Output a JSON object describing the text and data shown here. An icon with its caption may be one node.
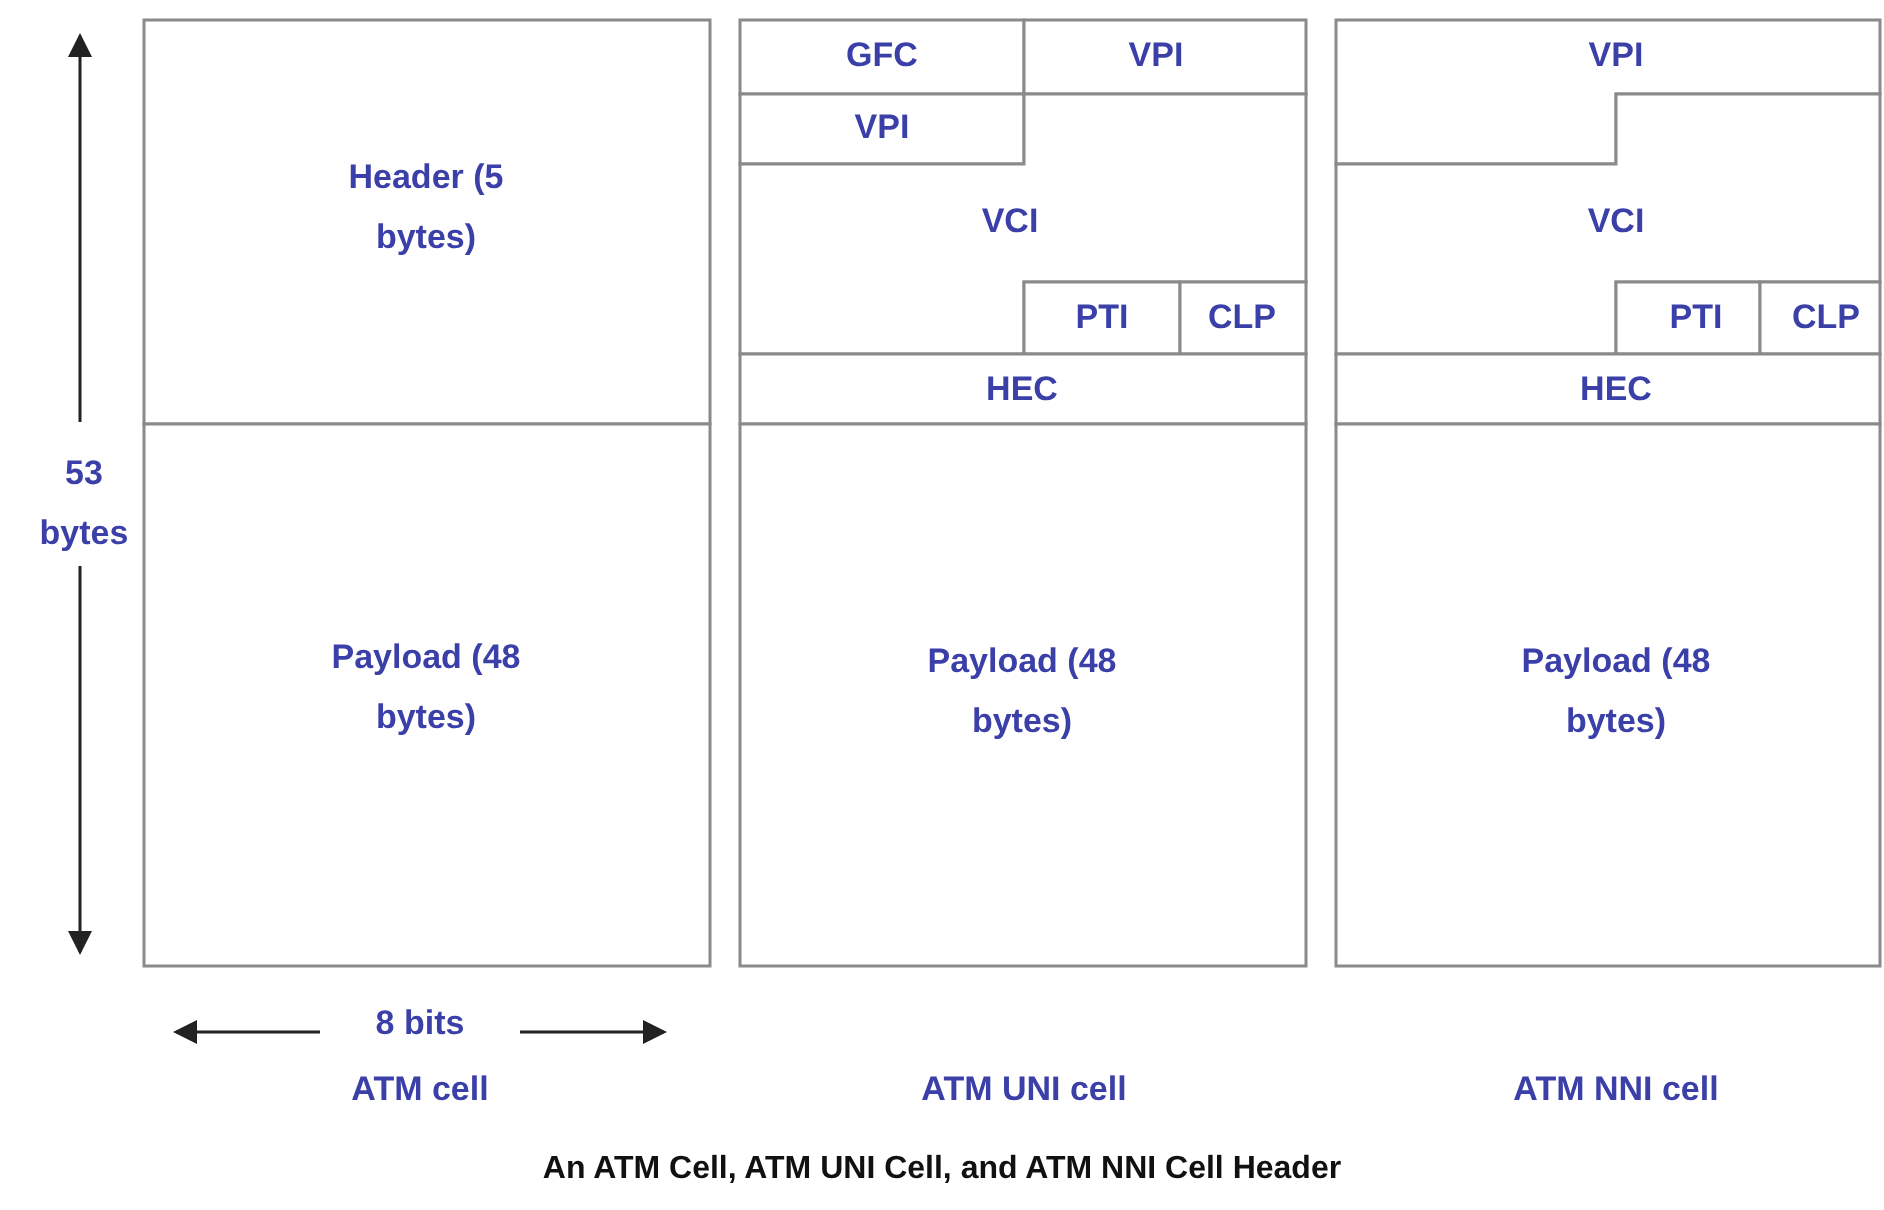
{
  "diagram": {
    "caption": "An ATM Cell, ATM UNI Cell, and ATM NNI Cell Header",
    "nodes": [
      {
        "text": [
          "Header (5 bytes)"
        ]
      },
      {
        "text": [
          "Payload (48 bytes)"
        ]
      },
      {
        "text": [
          "GFC"
        ]
      },
      {
        "text": [
          "VPI"
        ]
      },
      {
        "text": [
          "VPI"
        ]
      },
      {
        "text": [
          "VCI"
        ]
      },
      {
        "text": [
          "PTI"
        ]
      },
      {
        "text": [
          "CLP"
        ]
      },
      {
        "text": [
          "HEC"
        ]
      },
      {
        "text": [
          "Payload (48 bytes)"
        ]
      },
      {
        "text": [
          "VPI"
        ]
      },
      {
        "text": [
          "VCI"
        ]
      },
      {
        "text": [
          "PTI"
        ]
      },
      {
        "text": [
          "CLP"
        ]
      },
      {
        "text": [
          "HEC"
        ]
      },
      {
        "text": [
          "Payload (48 bytes)"
        ]
      }
    ],
    "edges": [],
    "labels": [
      "53 bytes",
      "8 bits",
      "ATM cell",
      "ATM UNI cell",
      "ATM NNI cell"
    ]
  }
}
